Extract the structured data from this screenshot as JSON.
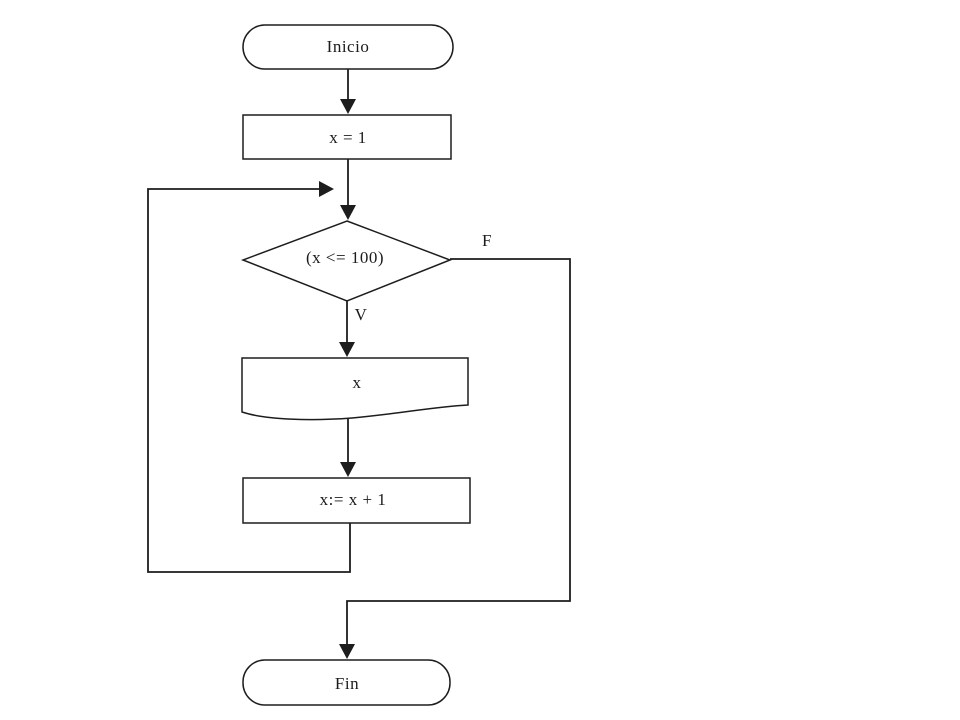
{
  "diagram": {
    "nodes": {
      "start": "Inicio",
      "assign_init": "x = 1",
      "condition": "(x <= 100)",
      "output": "x",
      "increment": "x:= x + 1",
      "end": "Fin"
    },
    "branch_labels": {
      "false": "F",
      "true": "V"
    },
    "colors": {
      "line": "#1d1d1d",
      "background": "#ffffff"
    }
  }
}
